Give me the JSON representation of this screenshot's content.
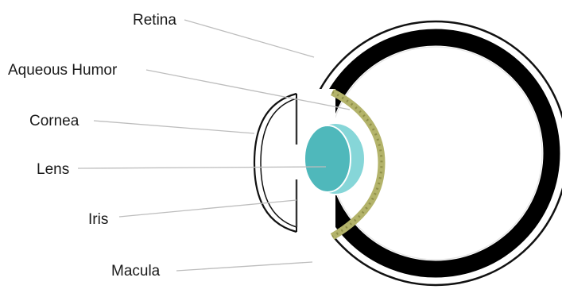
{
  "labels": {
    "retina": "Retina",
    "aqueous_humor": "Aqueous Humor",
    "cornea": "Cornea",
    "lens": "Lens",
    "iris": "Iris",
    "macula": "Macula"
  },
  "colors": {
    "outline": "#111111",
    "choroid_band": "#000000",
    "lens_fill": "#4fb8bb",
    "lens_rim": "#86d6d8",
    "ciliary_body": "#b3b36a",
    "leader_line": "#bdbdbd"
  }
}
